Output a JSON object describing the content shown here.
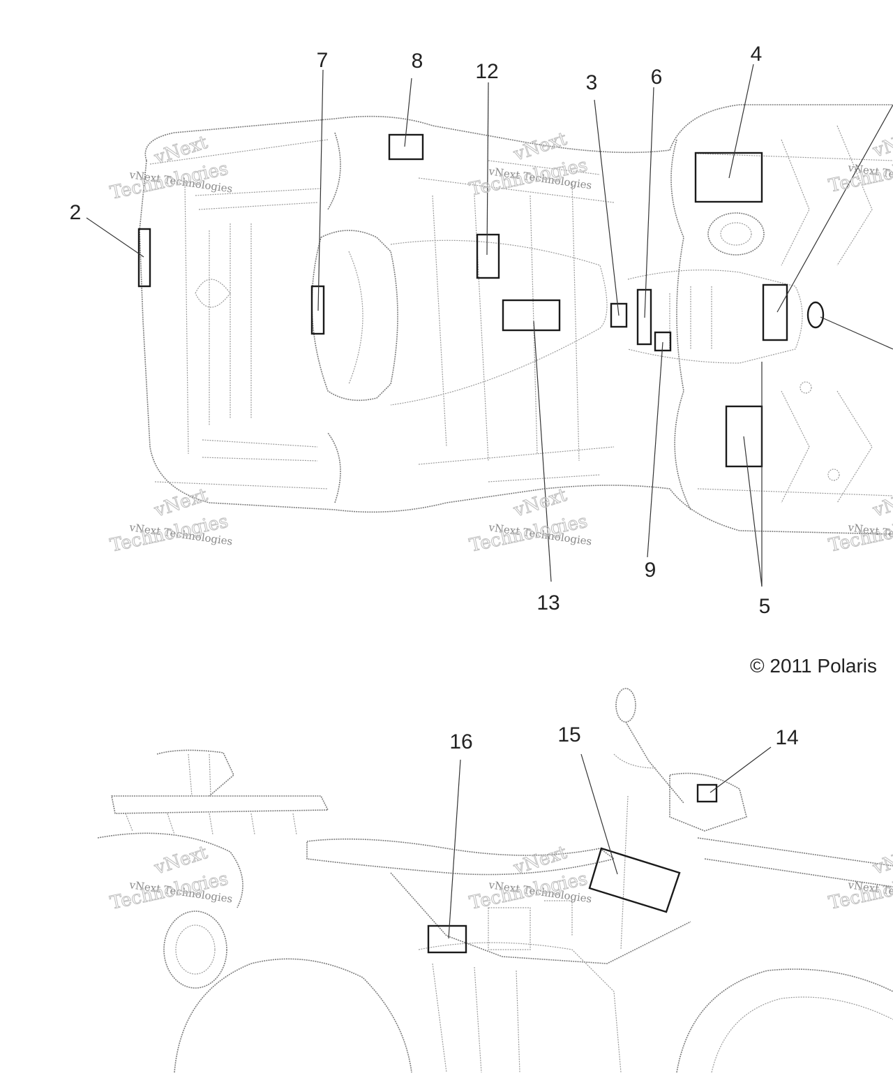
{
  "callouts": [
    {
      "id": "7",
      "label": "7"
    },
    {
      "id": "8",
      "label": "8"
    },
    {
      "id": "12",
      "label": "12"
    },
    {
      "id": "3",
      "label": "3"
    },
    {
      "id": "6",
      "label": "6"
    },
    {
      "id": "4",
      "label": "4"
    },
    {
      "id": "2",
      "label": "2"
    },
    {
      "id": "9",
      "label": "9"
    },
    {
      "id": "13",
      "label": "13"
    },
    {
      "id": "5",
      "label": "5"
    },
    {
      "id": "16",
      "label": "16"
    },
    {
      "id": "15",
      "label": "15"
    },
    {
      "id": "14",
      "label": "14"
    }
  ],
  "copyright": "© 2011 Polaris",
  "watermark": {
    "line1": "vNext Technologies",
    "line2": "Technologies",
    "top": "vNext"
  }
}
